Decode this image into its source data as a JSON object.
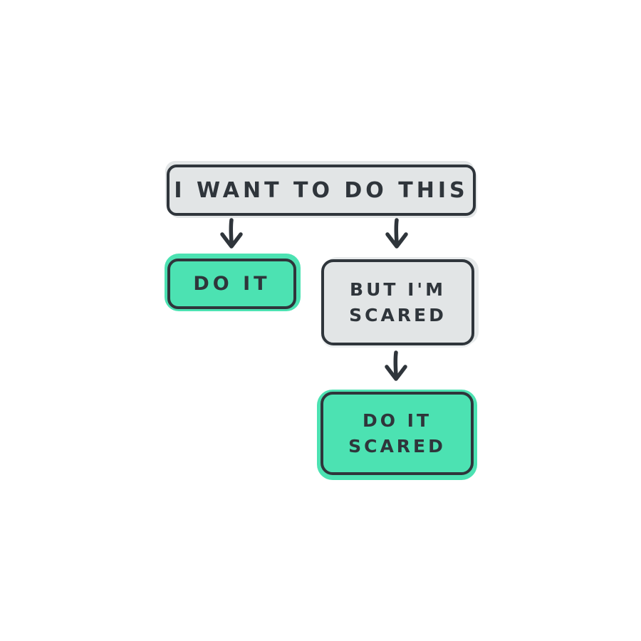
{
  "page": {
    "background": "#ffffff"
  },
  "palette": {
    "ink": "#2f353b",
    "gray_fill": "#e2e5e6",
    "green_fill": "#4ce2b2"
  },
  "diagram": {
    "type": "flowchart",
    "nodes": [
      {
        "id": "want",
        "label": "I WANT TO DO THIS",
        "fill": "gray"
      },
      {
        "id": "do-it",
        "label": "DO IT",
        "fill": "green"
      },
      {
        "id": "but-scared",
        "label": "BUT I'M SCARED",
        "lines": [
          "BUT I'M",
          "SCARED"
        ],
        "fill": "gray"
      },
      {
        "id": "do-it-scared",
        "label": "DO IT SCARED",
        "lines": [
          "DO IT",
          "SCARED"
        ],
        "fill": "green"
      }
    ],
    "edges": [
      {
        "from": "want",
        "to": "do-it",
        "icon": "arrow-down-icon"
      },
      {
        "from": "want",
        "to": "but-scared",
        "icon": "arrow-down-icon"
      },
      {
        "from": "but-scared",
        "to": "do-it-scared",
        "icon": "arrow-down-icon"
      }
    ]
  }
}
